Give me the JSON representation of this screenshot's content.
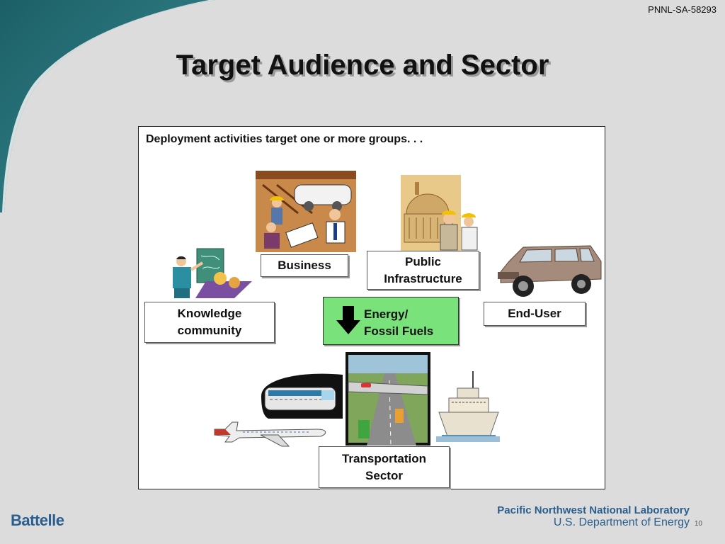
{
  "slide": {
    "doc_id": "PNNL-SA-58293",
    "title": "Target Audience and Sector",
    "intro": "Deployment activities target one or more groups. . .",
    "page_number": "10"
  },
  "groups": {
    "business": "Business",
    "public_line1": "Public",
    "public_line2": "Infrastructure",
    "knowledge_line1": "Knowledge",
    "knowledge_line2": "community",
    "energy_line1": "Energy/",
    "energy_line2": "Fossil Fuels",
    "end_user": "End-User",
    "transport_line1": "Transportation",
    "transport_line2": "Sector"
  },
  "footer": {
    "left_logo": "Battelle",
    "lab_name": "Pacific Northwest National Laboratory",
    "department": "U.S. Department of Energy"
  },
  "colors": {
    "energy_box": "#79e27a",
    "footer_blue": "#2a5e8e",
    "swoosh_teal": "#1f6d74"
  },
  "icons": [
    "factory-workers-clipart",
    "capitol-engineers-clipart",
    "teacher-presentation-clipart",
    "suv-clipart",
    "train-clipart",
    "airplane-clipart",
    "highway-clipart",
    "ship-clipart",
    "down-arrow-icon"
  ]
}
